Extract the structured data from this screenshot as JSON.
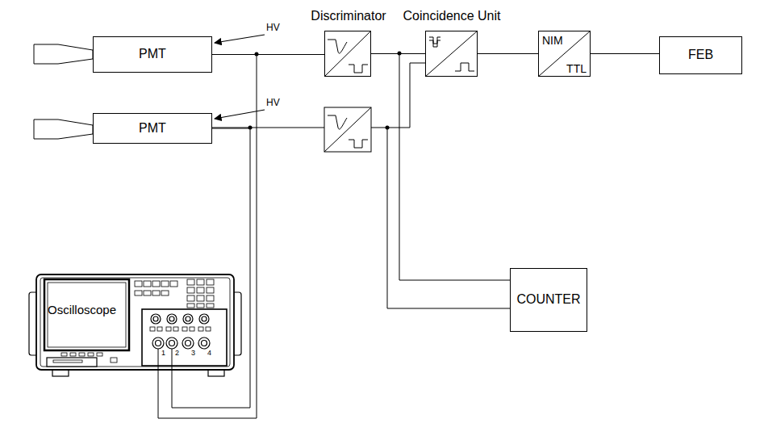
{
  "diagram": {
    "nodes": [
      {
        "text": [
          "PMT"
        ]
      },
      {
        "text": [
          "PMT"
        ]
      },
      {
        "text": [
          "Discriminator"
        ]
      },
      {
        "text": [
          "Coincidence Unit"
        ]
      },
      {
        "text": [
          "NIM",
          "TTL"
        ]
      },
      {
        "text": [
          "FEB"
        ]
      },
      {
        "text": [
          "COUNTER"
        ]
      },
      {
        "text": [
          "Oscilloscope"
        ]
      }
    ],
    "edges": [
      {
        "from": 0,
        "to": 2,
        "arrow": "none"
      },
      {
        "from": 2,
        "to": 3,
        "arrow": "none"
      },
      {
        "from": 3,
        "to": 4,
        "arrow": "none"
      },
      {
        "from": 4,
        "to": 5,
        "arrow": "none"
      },
      {
        "from": 2,
        "to": 6,
        "arrow": "none"
      },
      {
        "from": 0,
        "to": 7,
        "arrow": "none"
      },
      {
        "from": 1,
        "to": 7,
        "arrow": "none"
      }
    ],
    "labels": [
      "HV",
      "HV",
      "1",
      "2",
      "3",
      "4"
    ]
  }
}
